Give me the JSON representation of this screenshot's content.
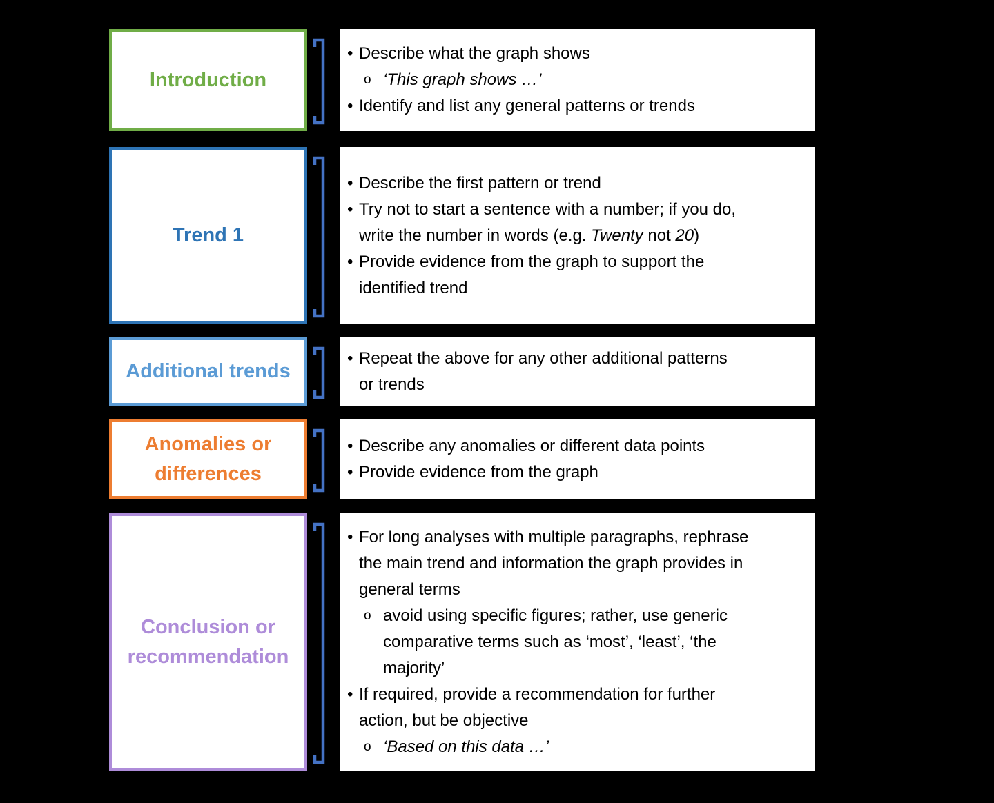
{
  "canvas": {
    "background_color": "#000000",
    "panel_background": "#ffffff",
    "body_text_color": "#000000",
    "bracket_color": "#4472C4",
    "bullet_glyph": "•",
    "sub_bullet_glyph": "o"
  },
  "sections": [
    {
      "id": "introduction",
      "label": "Introduction",
      "color": "#70AD47",
      "bullets": [
        {
          "level": 1,
          "runs": [
            {
              "t": "Describe what the graph shows"
            }
          ]
        },
        {
          "level": 2,
          "runs": [
            {
              "t": "‘This graph shows …’",
              "i": true
            }
          ]
        },
        {
          "level": 1,
          "runs": [
            {
              "t": "Identify and list any general patterns or trends"
            }
          ]
        }
      ]
    },
    {
      "id": "trend-1",
      "label": "Trend 1",
      "color": "#2E74B5",
      "bullets": [
        {
          "level": 1,
          "runs": [
            {
              "t": "Describe the first pattern or trend"
            }
          ]
        },
        {
          "level": 1,
          "runs": [
            {
              "t": "Try not to start a sentence with a number; if you do,"
            },
            {
              "br": true
            },
            {
              "t": "write the number in words (e.g. "
            },
            {
              "t": "Twenty",
              "i": true
            },
            {
              "t": " not "
            },
            {
              "t": "20",
              "i": true
            },
            {
              "t": ")"
            }
          ]
        },
        {
          "level": 1,
          "runs": [
            {
              "t": "Provide evidence from the graph to support the"
            },
            {
              "br": true
            },
            {
              "t": "identified trend"
            }
          ]
        }
      ]
    },
    {
      "id": "additional-trends",
      "label": "Additional trends",
      "color": "#5B9BD5",
      "bullets": [
        {
          "level": 1,
          "runs": [
            {
              "t": "Repeat the above for any other additional patterns"
            },
            {
              "br": true
            },
            {
              "t": "or trends"
            }
          ]
        }
      ]
    },
    {
      "id": "anomalies-or-differences",
      "label": "Anomalies or\ndifferences",
      "color": "#ED7D31",
      "bullets": [
        {
          "level": 1,
          "runs": [
            {
              "t": "Describe any anomalies or different data points"
            }
          ]
        },
        {
          "level": 1,
          "runs": [
            {
              "t": "Provide evidence from the graph"
            }
          ]
        }
      ]
    },
    {
      "id": "conclusion-or-recommendation",
      "label": "Conclusion or\nrecommendation",
      "color": "#AE8CD9",
      "bullets": [
        {
          "level": 1,
          "runs": [
            {
              "t": "For long analyses with multiple paragraphs, rephrase"
            },
            {
              "br": true
            },
            {
              "t": "the main trend and information the graph provides in"
            },
            {
              "br": true
            },
            {
              "t": "general terms"
            }
          ]
        },
        {
          "level": 2,
          "runs": [
            {
              "t": "avoid using specific figures; rather, use generic"
            },
            {
              "br": true
            },
            {
              "t": "comparative terms such as ‘most’, ‘least’, ‘the"
            },
            {
              "br": true
            },
            {
              "t": "majority’"
            }
          ]
        },
        {
          "level": 1,
          "runs": [
            {
              "t": "If required, provide a recommendation for further"
            },
            {
              "br": true
            },
            {
              "t": "action, but be objective"
            }
          ]
        },
        {
          "level": 2,
          "runs": [
            {
              "t": "‘Based on this data …’",
              "i": true
            }
          ]
        }
      ]
    }
  ]
}
